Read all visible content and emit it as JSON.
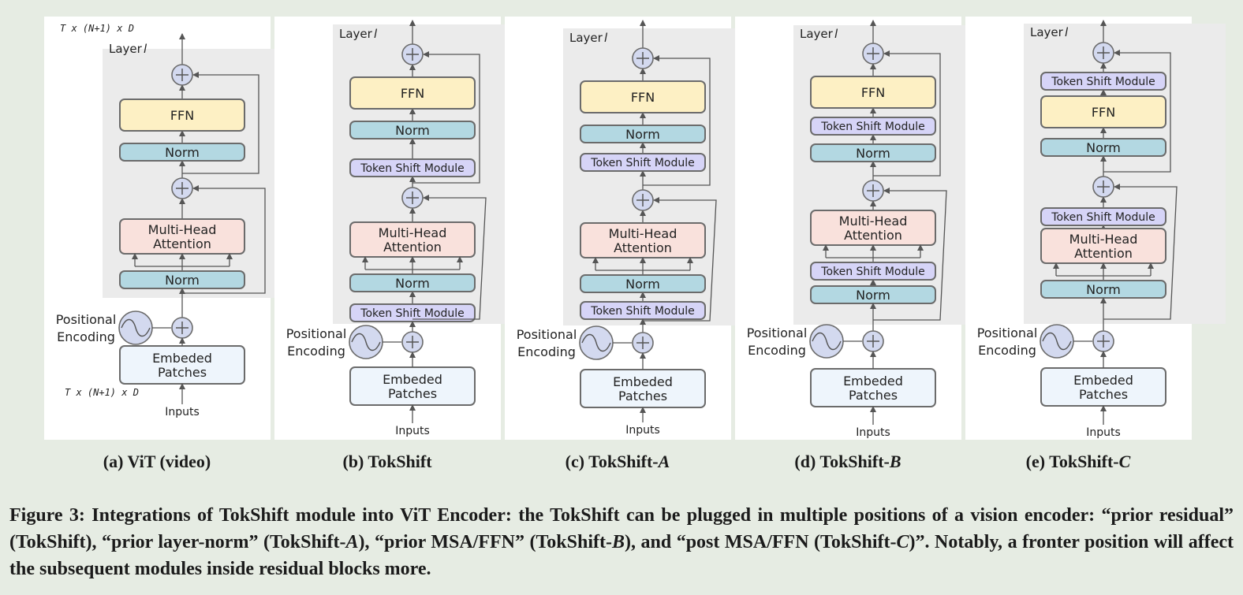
{
  "labels": {
    "layer": "Layer l",
    "ffn": "FFN",
    "norm": "Norm",
    "mha_line1": "Multi-Head",
    "mha_line2": "Attention",
    "tsm": "Token Shift Module",
    "pos_line1": "Positional",
    "pos_line2": "Encoding",
    "emb_line1": "Embeded",
    "emb_line2": "Patches",
    "inputs": "Inputs",
    "dims": "T x (N+1) x D"
  },
  "colors": {
    "ffn": "#fdf0c4",
    "norm": "#b3d8e2",
    "mha": "#f9e1dc",
    "tsm": "#d6d4f7",
    "embed": "#eef5fc",
    "plus": "#d3d9ef",
    "layer_bg": "#ebebeb",
    "page_bg": "#e6ece3"
  },
  "panels": [
    {
      "id": "a",
      "caption_pre": "(a) ViT (video)",
      "caption_italic": ""
    },
    {
      "id": "b",
      "caption_pre": "(b) TokShift",
      "caption_italic": ""
    },
    {
      "id": "c",
      "caption_pre": "(c) TokShift-",
      "caption_italic": "A"
    },
    {
      "id": "d",
      "caption_pre": "(d) TokShift-",
      "caption_italic": "B"
    },
    {
      "id": "e",
      "caption_pre": "(e) TokShift-",
      "caption_italic": "C"
    }
  ],
  "figure_caption": {
    "prefix": "Figure 3: Integrations of TokShift module into ViT Encoder: the TokShift can be plugged in multiple positions of a vision encoder: “prior residual” (TokShift), “prior layer-norm” (TokShift-",
    "a_letter": "A",
    "mid1": "), “prior MSA/FFN” (TokShift-",
    "b_letter": "B",
    "mid2": "), and “post MSA/FFN (TokShift-",
    "c_letter": "C",
    "suffix": ")”. Notably, a fronter position will affect the subsequent modules inside residual blocks more."
  }
}
